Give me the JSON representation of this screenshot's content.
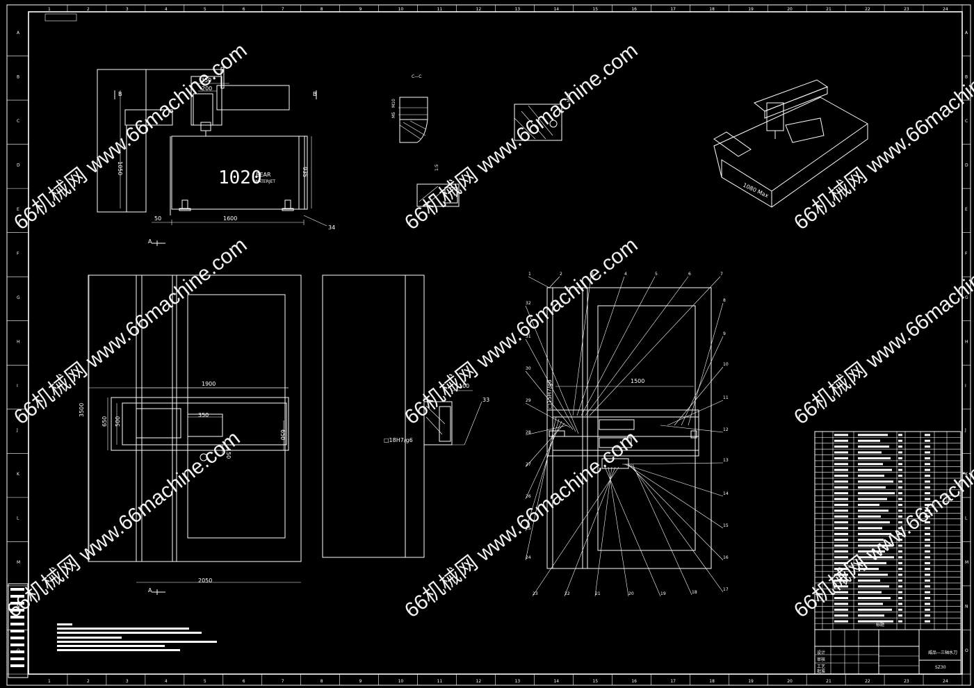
{
  "drawing": {
    "stamp_label": "",
    "grid_cols_top": [
      "1",
      "2",
      "3",
      "4",
      "5",
      "6",
      "7",
      "8",
      "9",
      "10",
      "11",
      "12",
      "13",
      "14",
      "15",
      "16",
      "17",
      "18",
      "19",
      "20",
      "21",
      "22",
      "23",
      "24"
    ],
    "grid_rows_left": [
      "A",
      "B",
      "C",
      "D",
      "E",
      "F",
      "G",
      "H",
      "I",
      "J",
      "K",
      "L",
      "M",
      "N",
      "O"
    ]
  },
  "front_view": {
    "dim_350": "350",
    "dim_200": "200",
    "dim_1050": "1050",
    "dim_935": "935",
    "dim_50": "50",
    "dim_1600": "1600",
    "brand_number": "1020",
    "brand_sub": "BEAR",
    "brand_sub2": "WATERJET",
    "section_left": "B",
    "section_right": "B",
    "callout_34": "34",
    "view_A": "A"
  },
  "section_detail": {
    "title": "C—C",
    "m10": "M10",
    "m5": "M5",
    "m10b": "M10",
    "scale": "1:5"
  },
  "iso_view": {
    "label": "1080 Max"
  },
  "top_view": {
    "dim_3500": "3500",
    "dim_1900": "1900",
    "dim_650": "650",
    "dim_500": "500",
    "dim_350": "350",
    "dim_650b": "650",
    "dim_150": "150",
    "dim_2050": "2050",
    "view_A": "A"
  },
  "side_view": {
    "dim_100": "100",
    "fit": "□18H7/g6",
    "callout_33": "33"
  },
  "assembly_view": {
    "dim_1500": "1500",
    "fit": "□15H7/g6",
    "callouts_top": [
      "1",
      "2",
      "3",
      "4",
      "5",
      "6",
      "7"
    ],
    "callouts_right": [
      "8",
      "9",
      "10",
      "11",
      "12",
      "13",
      "14",
      "15",
      "16",
      "17",
      "18"
    ],
    "callouts_bottom": [
      "19",
      "20",
      "21",
      "22",
      "23"
    ],
    "callouts_left": [
      "24",
      "25",
      "26",
      "27",
      "28",
      "29",
      "30",
      "31",
      "32"
    ]
  },
  "title_block": {
    "product": "威品—三轴水刀",
    "code": "SZ30",
    "heading": "标题",
    "row_labels": [
      "设计",
      "审核",
      "工艺",
      "批准"
    ]
  },
  "watermarks": [
    "66机械网 www.66machine.com",
    "66机械网 www.66machine.com",
    "66机械网 www.66machine.com",
    "66机械网 www.66machine.com",
    "66机械网 www.66machine.com",
    "66机械网 www.66machine.com",
    "66机械网 www.66machine.com",
    "66机械网 www.66machine.com",
    "66机械网 www.66machine.com"
  ]
}
